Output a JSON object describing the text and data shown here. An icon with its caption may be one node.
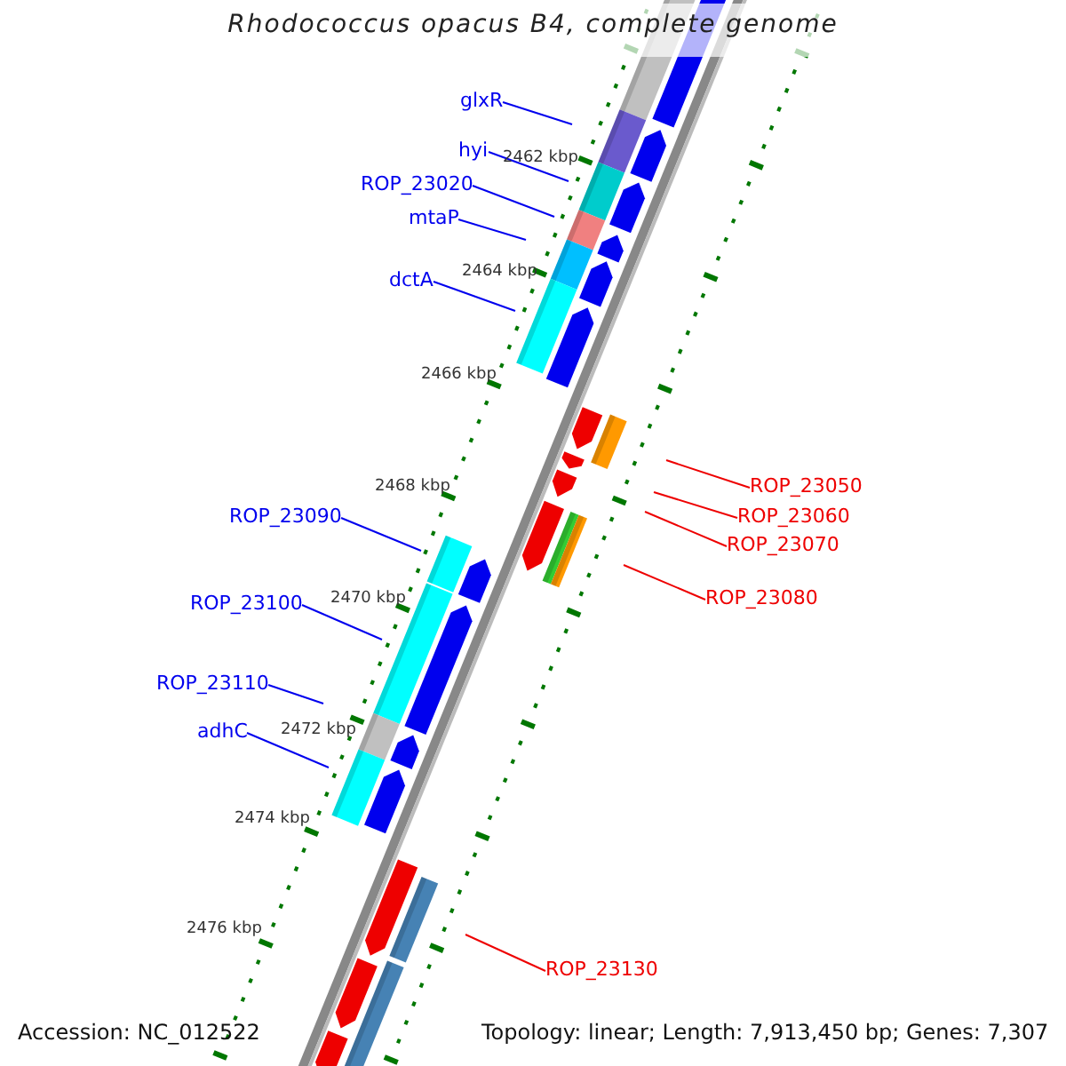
{
  "diagram": {
    "title": "Rhodococcus opacus B4, complete genome",
    "nodes": [
      {
        "text": [
          "glxR"
        ]
      },
      {
        "text": [
          "hyi"
        ]
      },
      {
        "text": [
          "ROP_23020"
        ]
      },
      {
        "text": [
          "mtaP"
        ]
      },
      {
        "text": [
          "dctA"
        ]
      },
      {
        "text": [
          "ROP_23050"
        ]
      },
      {
        "text": [
          "ROP_23060"
        ]
      },
      {
        "text": [
          "ROP_23070"
        ]
      },
      {
        "text": [
          "ROP_23080"
        ]
      },
      {
        "text": [
          "ROP_23090"
        ]
      },
      {
        "text": [
          "ROP_23100"
        ]
      },
      {
        "text": [
          "ROP_23110"
        ]
      },
      {
        "text": [
          "adhC"
        ]
      },
      {
        "text": [
          "ROP_23130"
        ]
      }
    ],
    "edges": [
      {
        "from": 0,
        "to": null,
        "arrow": "none"
      },
      {
        "from": 1,
        "to": null,
        "arrow": "none"
      },
      {
        "from": 2,
        "to": null,
        "arrow": "none"
      },
      {
        "from": 3,
        "to": null,
        "arrow": "none"
      },
      {
        "from": 4,
        "to": null,
        "arrow": "none"
      },
      {
        "from": 5,
        "to": null,
        "arrow": "none",
        "color": "#ee0000"
      },
      {
        "from": 6,
        "to": null,
        "arrow": "none",
        "color": "#ee0000"
      },
      {
        "from": 7,
        "to": null,
        "arrow": "none",
        "color": "#ee0000"
      },
      {
        "from": 8,
        "to": null,
        "arrow": "none",
        "color": "#ee0000"
      },
      {
        "from": 9,
        "to": null,
        "arrow": "none"
      },
      {
        "from": 10,
        "to": null,
        "arrow": "none"
      },
      {
        "from": 11,
        "to": null,
        "arrow": "none"
      },
      {
        "from": 12,
        "to": null,
        "arrow": "none"
      },
      {
        "from": 13,
        "to": null,
        "arrow": "none",
        "color": "#ee0000"
      }
    ],
    "labels": [
      "2462 kbp",
      "2464 kbp",
      "2466 kbp",
      "2468 kbp",
      "2470 kbp",
      "2472 kbp",
      "2474 kbp",
      "2476 kbp",
      "Accession: NC_012522",
      "Topology: linear; Length: 7,913,450 bp; Genes: 7,307"
    ]
  }
}
